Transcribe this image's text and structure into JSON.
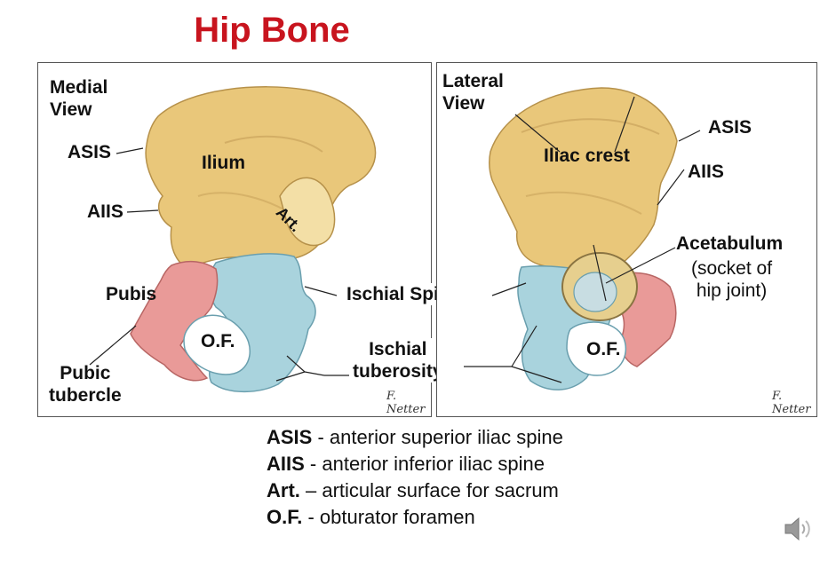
{
  "title": "Hip Bone",
  "medial": {
    "view_label": [
      "Medial",
      "View"
    ],
    "labels": {
      "asis": "ASIS",
      "aiis": "AIIS",
      "ilium": "Ilium",
      "art": "Art.",
      "pubis": "Pubis",
      "of": "O.F.",
      "pubic_tubercle": [
        "Pubic",
        "tubercle"
      ]
    }
  },
  "center_labels": {
    "ischial_spine": "Ischial Spine",
    "ischial_tuberosity": [
      "Ischial",
      "tuberosity"
    ]
  },
  "lateral": {
    "view_label": [
      "Lateral",
      "View"
    ],
    "labels": {
      "iliac_crest": "Iliac crest",
      "asis": "ASIS",
      "aiis": "AIIS",
      "acetabulum": "Acetabulum",
      "acetabulum_note": [
        "(socket of",
        "hip joint)"
      ],
      "of": "O.F."
    }
  },
  "legend": [
    {
      "abbr": "ASIS",
      "sep": " - ",
      "text": "anterior superior iliac spine"
    },
    {
      "abbr": "AIIS",
      "sep": " - ",
      "text": "anterior inferior iliac spine"
    },
    {
      "abbr": "Art.",
      "sep": " – ",
      "text": "articular surface for sacrum"
    },
    {
      "abbr": "O.F.",
      "sep": " - ",
      "text": "obturator foramen"
    }
  ],
  "colors": {
    "ilium": "#e9c77a",
    "ischium": "#a9d3dd",
    "pubis": "#e99a98",
    "title": "#c8141e"
  },
  "icons": {
    "speaker": "speaker-icon"
  }
}
